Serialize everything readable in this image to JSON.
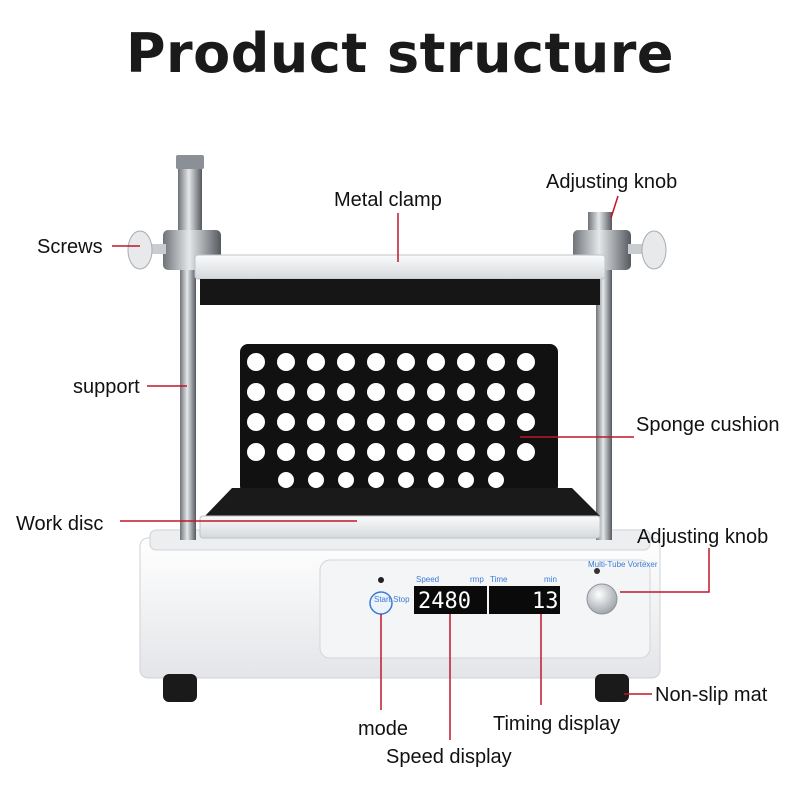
{
  "title": "Product structure",
  "labels": {
    "metal_clamp": "Metal clamp",
    "adjusting_knob_top": "Adjusting knob",
    "screws": "Screws",
    "support": "support",
    "sponge_cushion": "Sponge cushion",
    "work_disc": "Work disc",
    "adjusting_knob_right": "Adjusting knob",
    "non_slip_mat": "Non-slip mat",
    "mode": "mode",
    "timing_display": "Timing display",
    "speed_display": "Speed display"
  },
  "panel": {
    "brand": "Multi-Tube Vortexer",
    "speed_label": "Speed",
    "speed_unit": "rmp",
    "time_label": "Time",
    "time_unit": "min",
    "speed_value": "2480",
    "time_value": "13",
    "button_text": "Start Stop"
  },
  "colors": {
    "leader_line": "#c0162c",
    "display_bg": "#0a0a0a",
    "panel_accent": "#3a7bd5"
  }
}
